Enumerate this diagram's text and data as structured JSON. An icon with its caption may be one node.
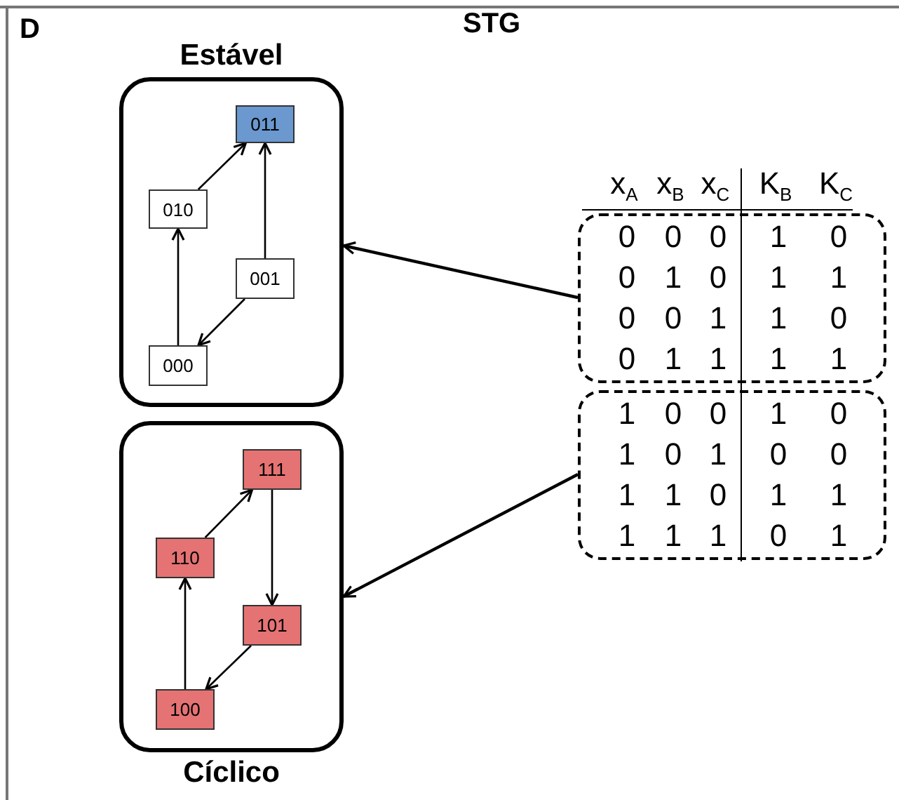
{
  "diagram": {
    "title": "STG",
    "nodes": [
      {
        "text": [
          "Estável"
        ]
      },
      {
        "text": [
          "011"
        ],
        "in": 0
      },
      {
        "text": [
          "010"
        ],
        "in": 0
      },
      {
        "text": [
          "001"
        ],
        "in": 0
      },
      {
        "text": [
          "000"
        ],
        "in": 0
      },
      {
        "text": [
          "Cíclico"
        ]
      },
      {
        "text": [
          "111"
        ],
        "in": 5
      },
      {
        "text": [
          "110"
        ],
        "in": 5
      },
      {
        "text": [
          "101"
        ],
        "in": 5
      },
      {
        "text": [
          "100"
        ],
        "in": 5
      },
      {
        "text": [
          "0",
          "0",
          "0",
          "1",
          "0",
          "0",
          "1",
          "0",
          "1",
          "1",
          "0",
          "0",
          "1",
          "1",
          "0",
          "0",
          "1",
          "1",
          "1",
          "1"
        ]
      },
      {
        "text": [
          "1",
          "0",
          "0",
          "1",
          "0",
          "1",
          "0",
          "1",
          "0",
          "0",
          "1",
          "1",
          "0",
          "1",
          "1",
          "1",
          "1",
          "1",
          "0",
          "1"
        ]
      }
    ],
    "edges": [
      {
        "from": 2,
        "to": 1,
        "arrow": "to"
      },
      {
        "from": 3,
        "to": 1,
        "arrow": "to"
      },
      {
        "from": 3,
        "to": 4,
        "arrow": "to"
      },
      {
        "from": 4,
        "to": 2,
        "arrow": "to"
      },
      {
        "from": 7,
        "to": 6,
        "arrow": "to"
      },
      {
        "from": 6,
        "to": 8,
        "arrow": "to"
      },
      {
        "from": 8,
        "to": 9,
        "arrow": "to"
      },
      {
        "from": 9,
        "to": 7,
        "arrow": "to"
      },
      {
        "from": 10,
        "to": 0,
        "arrow": "to"
      },
      {
        "from": 11,
        "to": 5,
        "arrow": "to"
      }
    ],
    "labels": [
      "D",
      "x$_{A}$",
      "x$_{B}$",
      "x$_{C}$",
      "K$_{B}$",
      "K$_{C}$"
    ]
  }
}
